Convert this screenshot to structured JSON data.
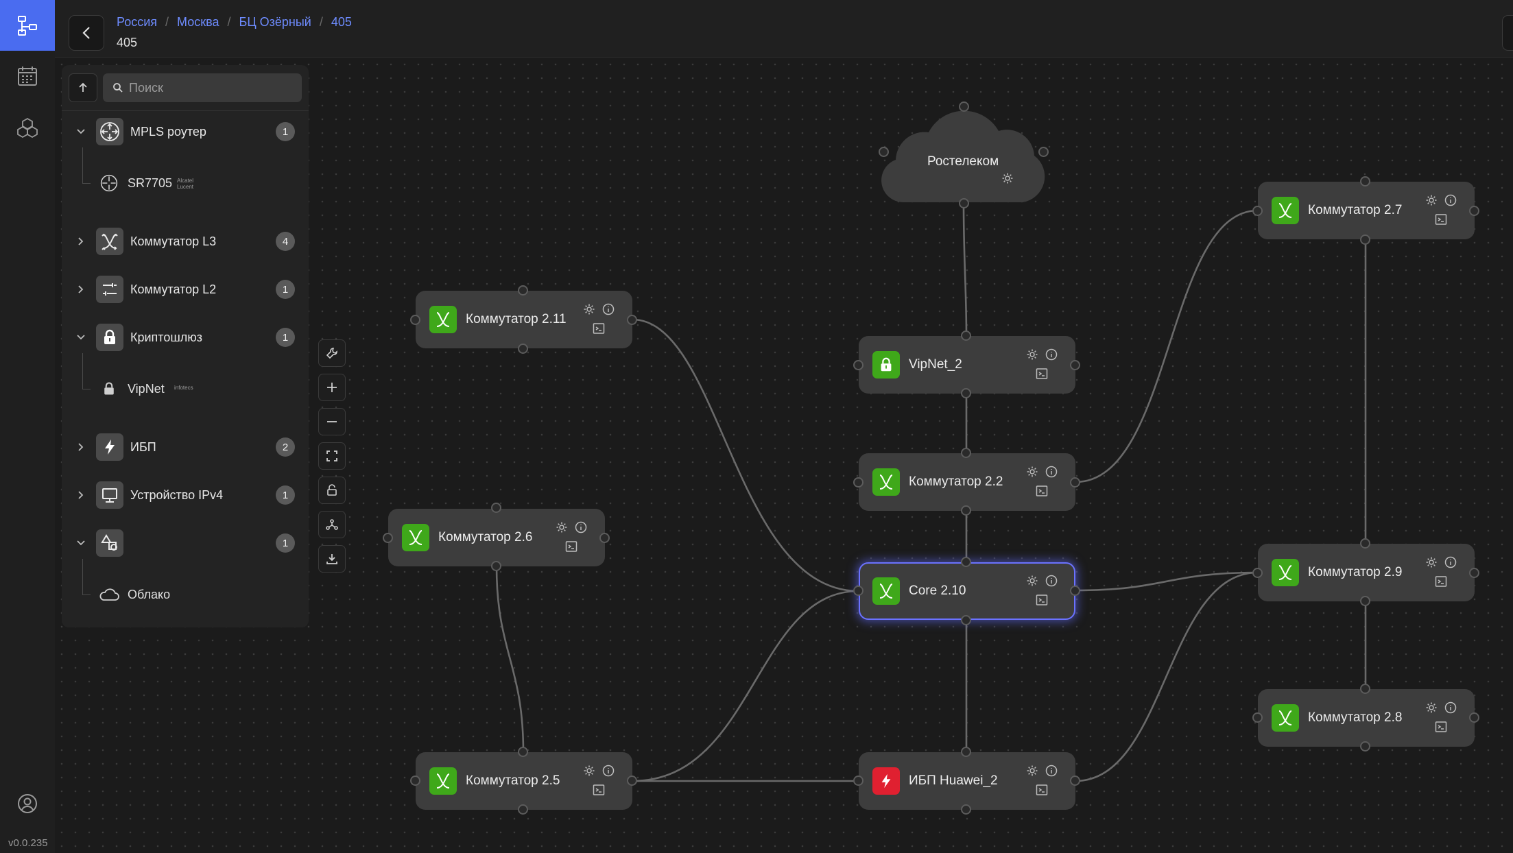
{
  "app": {
    "version": "v0.0.235"
  },
  "header": {
    "breadcrumb": [
      "Россия",
      "Москва",
      "БЦ Озёрный",
      "405"
    ],
    "title": "405"
  },
  "panel": {
    "search_placeholder": "Поиск",
    "categories": [
      {
        "label": "MPLS роутер",
        "count": "1",
        "expanded": true,
        "icon": "router-icon",
        "children": [
          {
            "label": "SR7705",
            "vendor": "Alcatel Lucent",
            "icon": "router-icon"
          }
        ]
      },
      {
        "label": "Коммутатор L3",
        "count": "4",
        "expanded": false,
        "icon": "switch-l3-icon"
      },
      {
        "label": "Коммутатор L2",
        "count": "1",
        "expanded": false,
        "icon": "switch-l2-icon"
      },
      {
        "label": "Криптошлюз",
        "count": "1",
        "expanded": true,
        "icon": "lock-icon",
        "children": [
          {
            "label": "VipNet",
            "vendor": "infotecs",
            "icon": "lock-icon"
          }
        ]
      },
      {
        "label": "ИБП",
        "count": "2",
        "expanded": false,
        "icon": "bolt-icon"
      },
      {
        "label": "Устройство IPv4",
        "count": "1",
        "expanded": false,
        "icon": "monitor-icon"
      },
      {
        "label": "",
        "count": "1",
        "expanded": true,
        "icon": "shapes-icon",
        "children": [
          {
            "label": "Облако",
            "icon": "cloud-icon"
          }
        ]
      }
    ]
  },
  "toolbar": [
    "wrench-icon",
    "zoom-in-icon",
    "zoom-out-icon",
    "fit-view-icon",
    "lock-icon",
    "layout-icon",
    "download-icon"
  ],
  "colors": {
    "accent": "#4a6cf0",
    "node_green": "#3fa81a",
    "node_red": "#e02030",
    "selection": "#6b72ff"
  },
  "diagram": {
    "cloud": {
      "label": "Ростелеком"
    },
    "nodes": [
      {
        "id": "sw211",
        "label": "Коммутатор 2.11",
        "kind": "switch"
      },
      {
        "id": "vipnet2",
        "label": "VipNet_2",
        "kind": "crypto"
      },
      {
        "id": "sw22",
        "label": "Коммутатор 2.2",
        "kind": "switch"
      },
      {
        "id": "sw26",
        "label": "Коммутатор 2.6",
        "kind": "switch"
      },
      {
        "id": "core210",
        "label": "Core 2.10",
        "kind": "switch",
        "selected": true
      },
      {
        "id": "sw25",
        "label": "Коммутатор 2.5",
        "kind": "switch"
      },
      {
        "id": "ups2",
        "label": "ИБП Huawei_2",
        "kind": "ups"
      },
      {
        "id": "sw27",
        "label": "Коммутатор 2.7",
        "kind": "switch"
      },
      {
        "id": "sw29",
        "label": "Коммутатор 2.9",
        "kind": "switch"
      },
      {
        "id": "sw28",
        "label": "Коммутатор 2.8",
        "kind": "switch"
      }
    ],
    "links": [
      [
        "cloud",
        "vipnet2"
      ],
      [
        "vipnet2",
        "sw22"
      ],
      [
        "sw22",
        "core210"
      ],
      [
        "sw211",
        "core210"
      ],
      [
        "sw26",
        "sw25"
      ],
      [
        "sw25",
        "core210"
      ],
      [
        "sw25",
        "ups2"
      ],
      [
        "core210",
        "ups2"
      ],
      [
        "sw22",
        "sw27"
      ],
      [
        "core210",
        "sw29"
      ],
      [
        "ups2",
        "sw29"
      ],
      [
        "sw27",
        "sw29"
      ],
      [
        "sw29",
        "sw28"
      ]
    ]
  }
}
